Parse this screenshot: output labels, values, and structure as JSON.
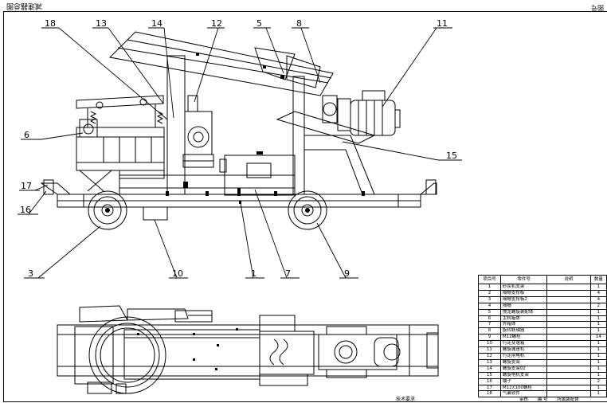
{
  "title_block": {
    "top_left_mirrored": "减速器总图",
    "top_right_mirrored": "图号"
  },
  "callouts": [
    "18",
    "13",
    "14",
    "12",
    "5",
    "8",
    "11",
    "6",
    "15",
    "17",
    "16",
    "3",
    "10",
    "1",
    "7",
    "9"
  ],
  "bom": {
    "headers": [
      "项目号",
      "零件号",
      "说明",
      "数量"
    ],
    "rows": [
      {
        "no": "1",
        "name": "砂浆机支架",
        "qty": "1"
      },
      {
        "no": "2",
        "name": "隔栅支撑板",
        "qty": "4"
      },
      {
        "no": "3",
        "name": "隔栅支撑板2",
        "qty": "4"
      },
      {
        "no": "4",
        "name": "隔栅",
        "qty": "2"
      },
      {
        "no": "5",
        "name": "搅龙螺旋装配体",
        "qty": "1"
      },
      {
        "no": "6",
        "name": "主机箱体",
        "qty": "1"
      },
      {
        "no": "7",
        "name": "外箱体",
        "qty": "1"
      },
      {
        "no": "8",
        "name": "旋转联轴器",
        "qty": "1"
      },
      {
        "no": "9",
        "name": "M12螺栓",
        "qty": "14"
      },
      {
        "no": "10",
        "name": "行走变速箱",
        "qty": "1"
      },
      {
        "no": "11",
        "name": "螺旋减速机",
        "qty": "1"
      },
      {
        "no": "12",
        "name": "行走用电机",
        "qty": "1"
      },
      {
        "no": "13",
        "name": "螺旋支架",
        "qty": "1"
      },
      {
        "no": "14",
        "name": "螺旋支架02",
        "qty": "1"
      },
      {
        "no": "15",
        "name": "螺旋电机支架",
        "qty": "1"
      },
      {
        "no": "16",
        "name": "端子",
        "qty": "2"
      },
      {
        "no": "17",
        "name": "M12X100螺栓",
        "qty": "1"
      },
      {
        "no": "18",
        "name": "气囊软件",
        "qty": "1"
      }
    ],
    "footer": [
      "审核",
      "编 号",
      "所属装配体"
    ]
  },
  "footer_note": "技术要求"
}
